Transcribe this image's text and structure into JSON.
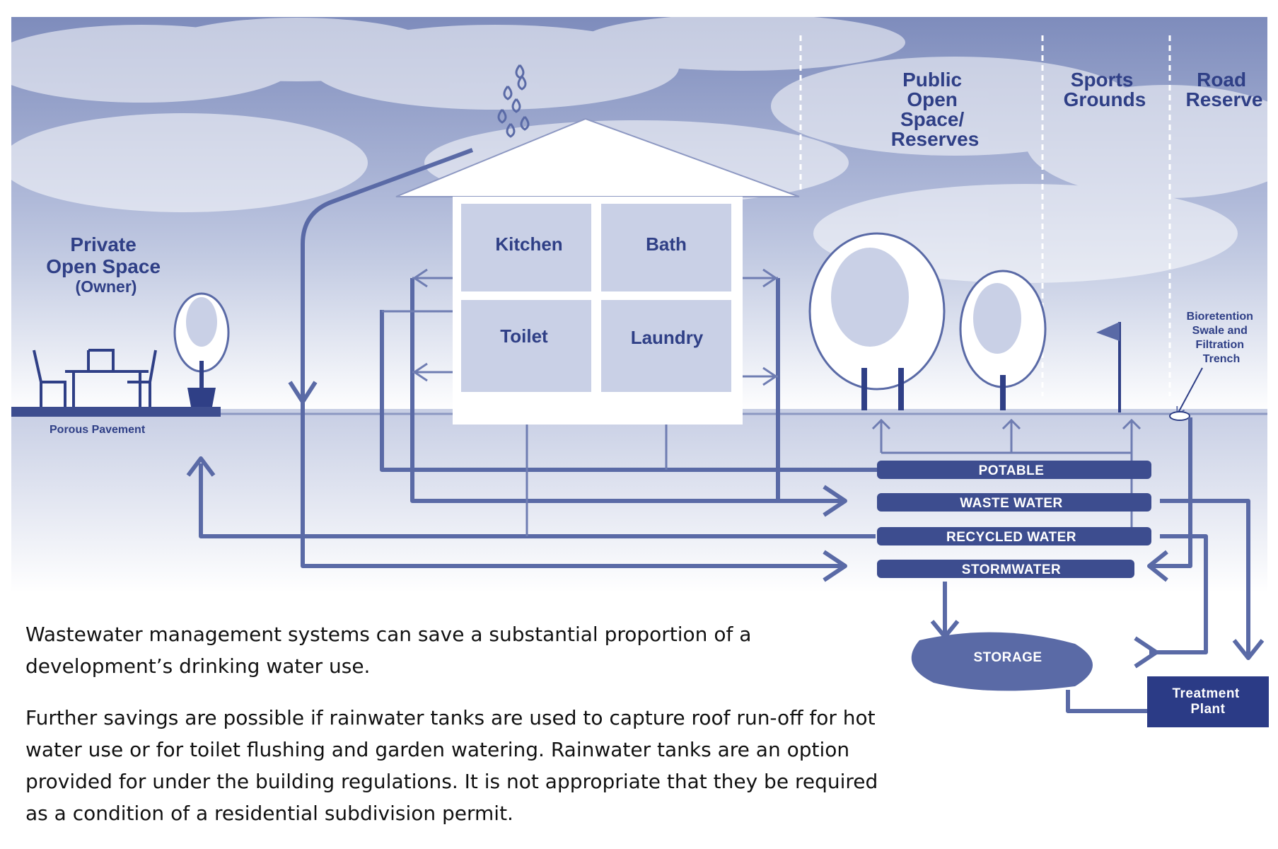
{
  "zones": {
    "private_open_space": [
      "Private",
      "Open Space",
      "(Owner)"
    ],
    "porous_pavement": "Porous Pavement",
    "public_open_space": [
      "Public",
      "Open",
      "Space/",
      "Reserves"
    ],
    "sports_grounds": [
      "Sports",
      "Grounds"
    ],
    "road_reserve": [
      "Road",
      "Reserve"
    ],
    "bioretention": [
      "Bioretention",
      "Swale and",
      "Filtration",
      "Trench"
    ]
  },
  "rooms": {
    "kitchen": "Kitchen",
    "bath": "Bath",
    "toilet": "Toilet",
    "laundry": "Laundry"
  },
  "pipes": {
    "potable": "POTABLE",
    "waste_water": "WASTE WATER",
    "recycled_water": "RECYCLED WATER",
    "stormwater": "STORMWATER"
  },
  "storage": "STORAGE",
  "treatment_plant": [
    "Treatment",
    "Plant"
  ],
  "colors": {
    "line": "#5a6aa6",
    "dark": "#2f3f86",
    "sky": "#8f9cc6"
  },
  "caption": {
    "p1": "Wastewater management systems can save a substantial proportion of a development’s drinking water use.",
    "p2": "Further savings are possible if rainwater tanks are used to capture roof run-off for hot water use or for toilet flushing and garden watering. Rainwater tanks are an option provided for under the building regulations. It is not appropriate that they be required as a condition of a residential subdivision permit."
  }
}
